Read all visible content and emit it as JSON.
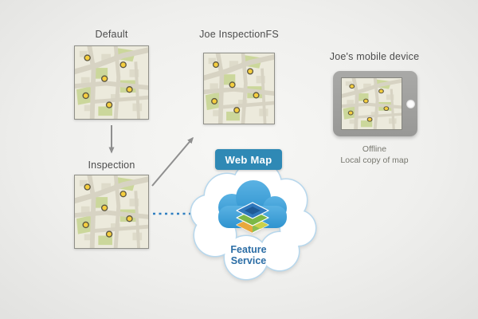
{
  "maps": {
    "default": {
      "label": "Default"
    },
    "inspection": {
      "label": "Inspection"
    },
    "joe": {
      "label": "Joe InspectionFS"
    }
  },
  "device": {
    "label": "Joe's mobile device",
    "status": "Offline",
    "note": "Local copy of map"
  },
  "cloud": {
    "banner": "Web Map",
    "service": "Feature Service"
  },
  "icons": {
    "map_thumbnails": "map-tile-icon",
    "cloud": "cloud-icon",
    "layers": "layers-stack-icon",
    "device_button": "home-button-icon",
    "poi_dots": "poi-dot-icon",
    "arrows": "arrow-connector-icon"
  },
  "colors": {
    "web_map_banner": "#2f89b5",
    "cloud_fill": "#3ea1da",
    "feature_service_text": "#2b6da5",
    "poi_dot": "#f5ce3e",
    "connector_gray": "#8f8f8f",
    "connector_dotted_blue": "#2f7fc1",
    "map_background": "#eceadc"
  }
}
